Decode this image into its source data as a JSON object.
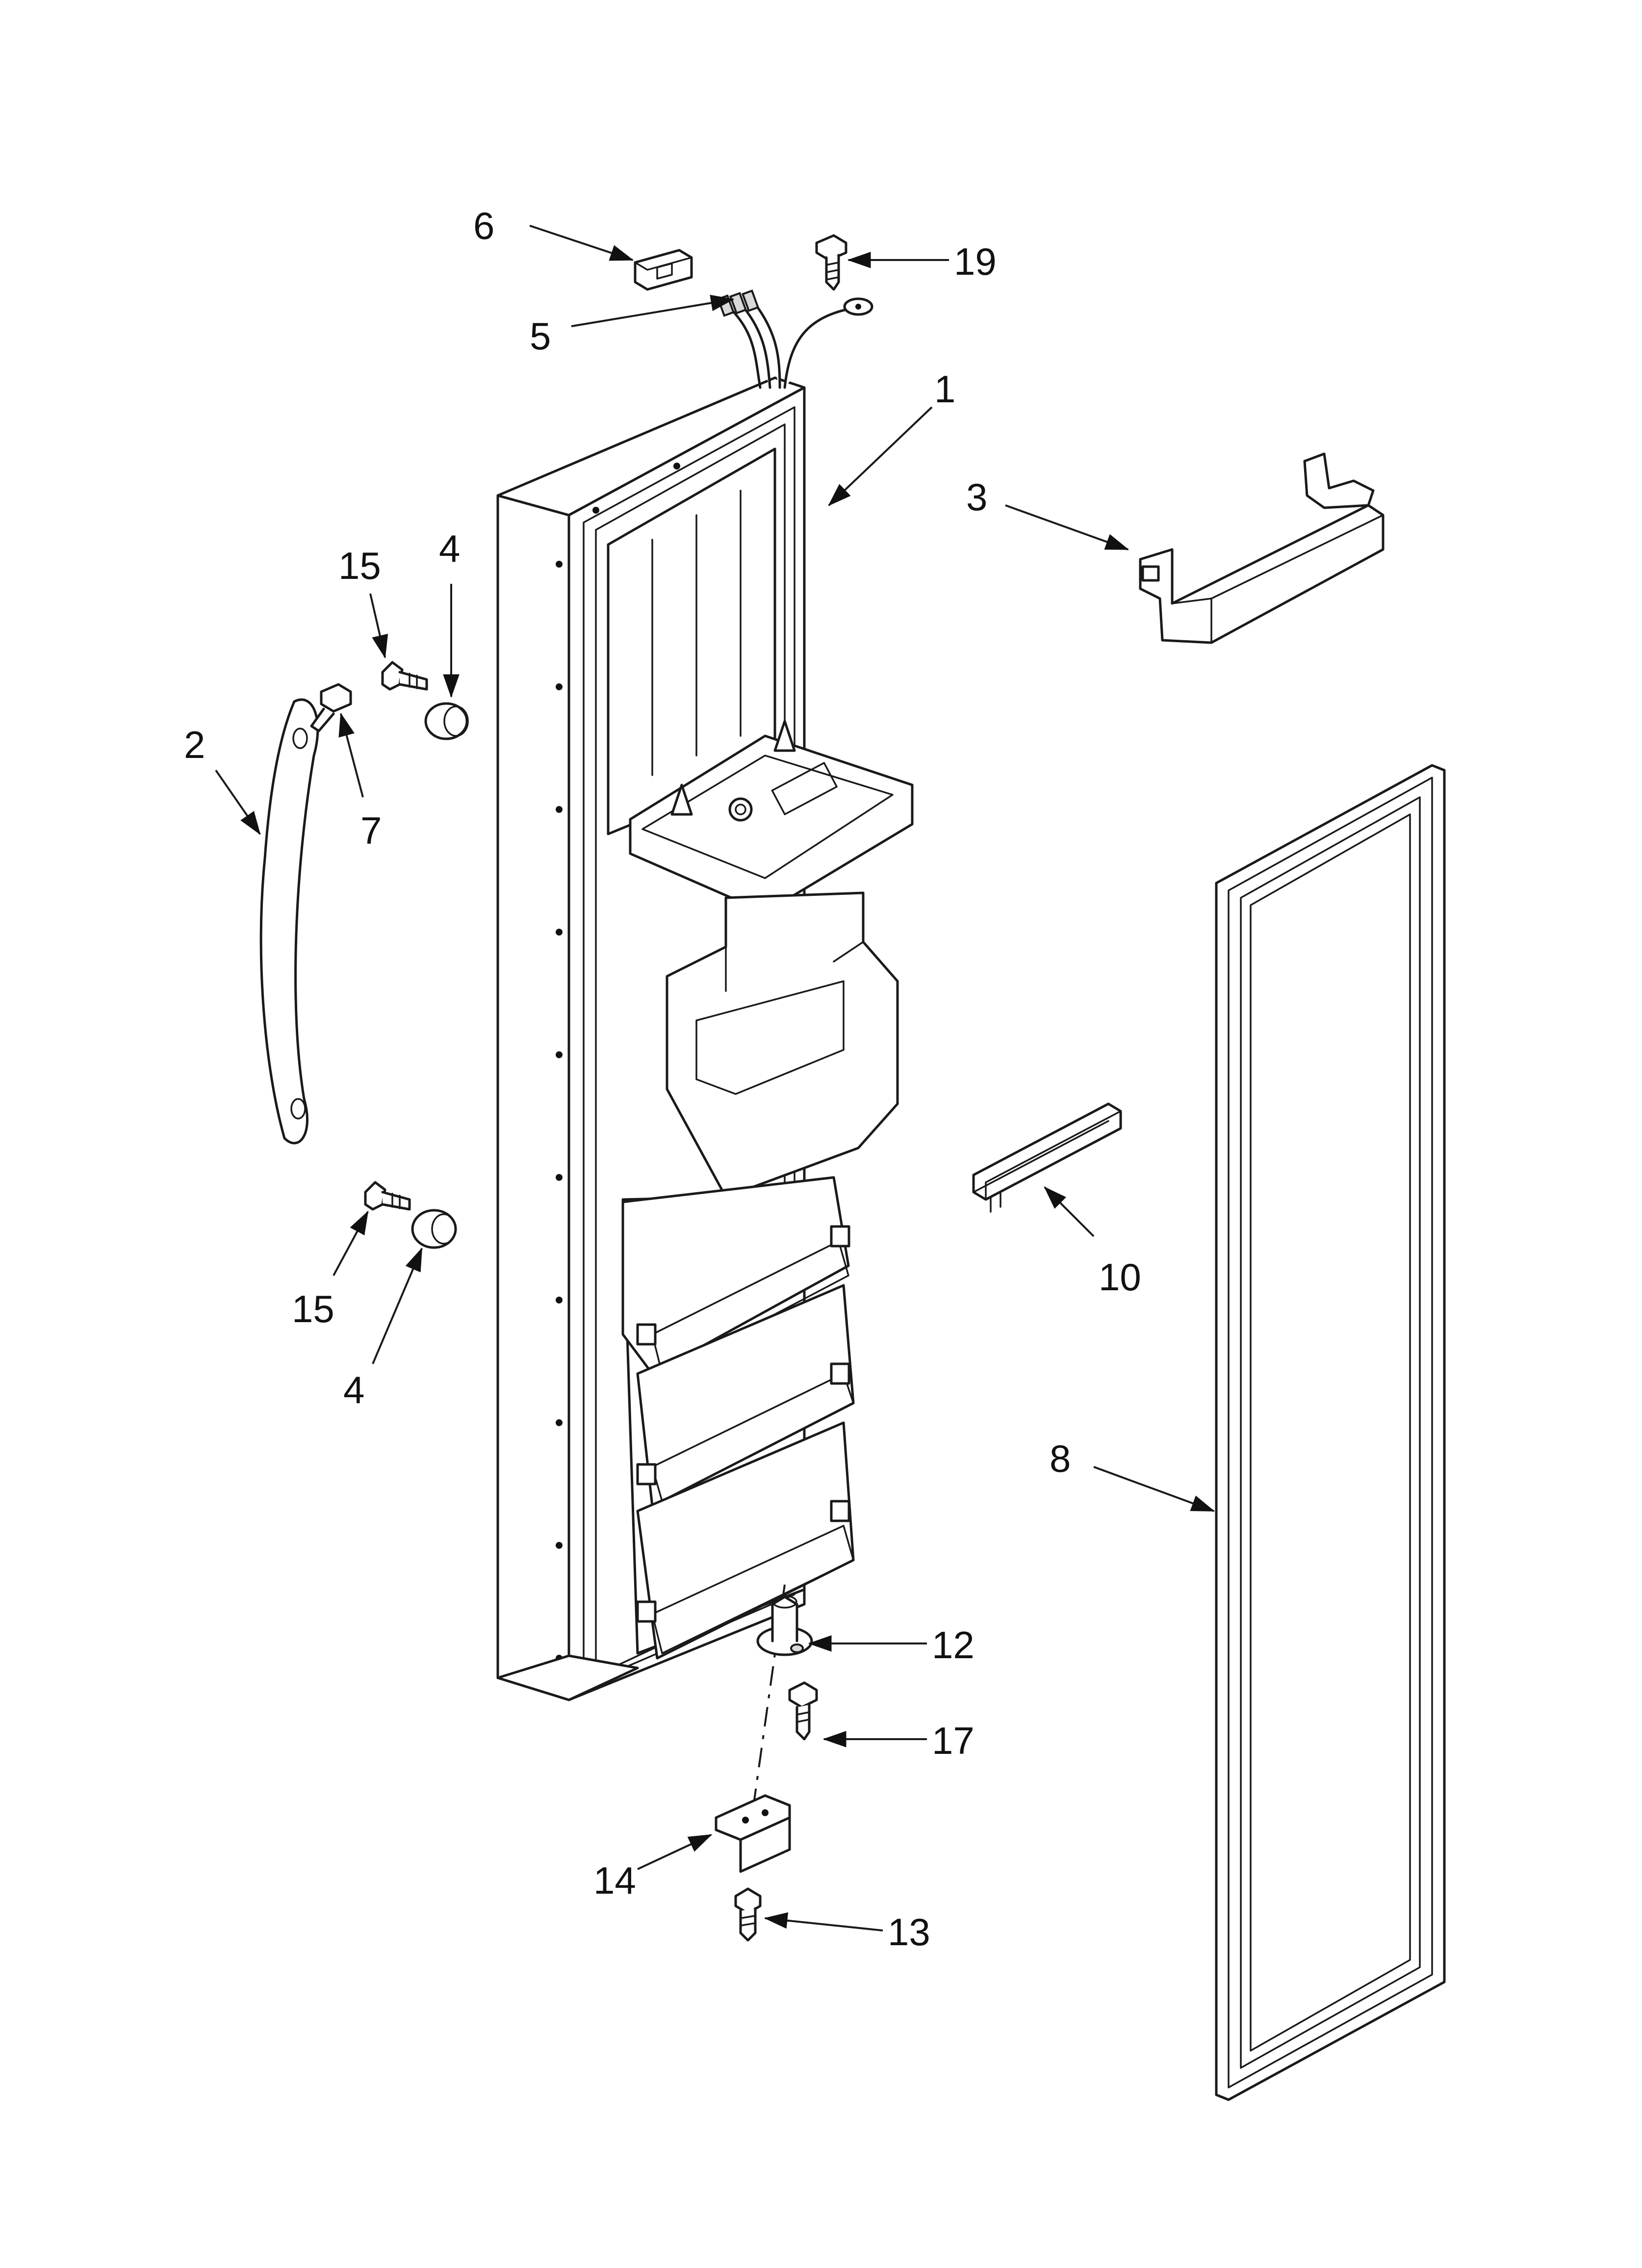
{
  "callouts": [
    {
      "id": "c6",
      "label": "6"
    },
    {
      "id": "c19",
      "label": "19"
    },
    {
      "id": "c5",
      "label": "5"
    },
    {
      "id": "c1",
      "label": "1"
    },
    {
      "id": "c3",
      "label": "3"
    },
    {
      "id": "c15a",
      "label": "15"
    },
    {
      "id": "c4a",
      "label": "4"
    },
    {
      "id": "c2",
      "label": "2"
    },
    {
      "id": "c7",
      "label": "7"
    },
    {
      "id": "c10",
      "label": "10"
    },
    {
      "id": "c15b",
      "label": "15"
    },
    {
      "id": "c4b",
      "label": "4"
    },
    {
      "id": "c8",
      "label": "8"
    },
    {
      "id": "c12",
      "label": "12"
    },
    {
      "id": "c17",
      "label": "17"
    },
    {
      "id": "c14",
      "label": "14"
    },
    {
      "id": "c13",
      "label": "13"
    }
  ]
}
